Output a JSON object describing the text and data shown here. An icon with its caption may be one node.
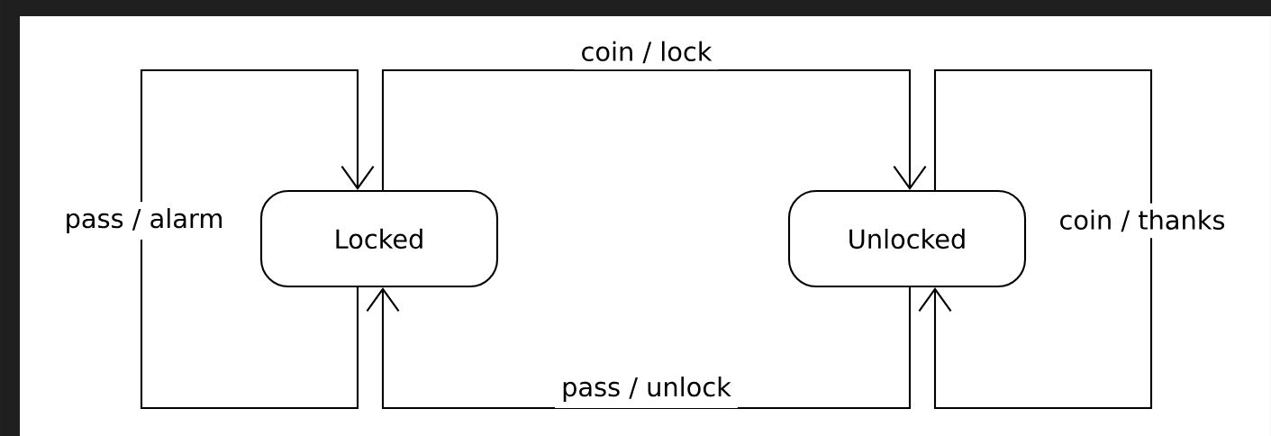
{
  "diagram": {
    "nodes": [
      {
        "text": [
          "Locked"
        ]
      },
      {
        "text": [
          "Unlocked"
        ]
      }
    ],
    "edges": [
      {
        "from": 0,
        "to": 0,
        "arrow": "to",
        "label": "pass / alarm"
      },
      {
        "from": 0,
        "to": 1,
        "arrow": "to",
        "label": "coin / lock"
      },
      {
        "from": 1,
        "to": 0,
        "arrow": "to",
        "label": "pass / unlock"
      },
      {
        "from": 1,
        "to": 1,
        "arrow": "to",
        "label": "coin / thanks"
      }
    ]
  }
}
